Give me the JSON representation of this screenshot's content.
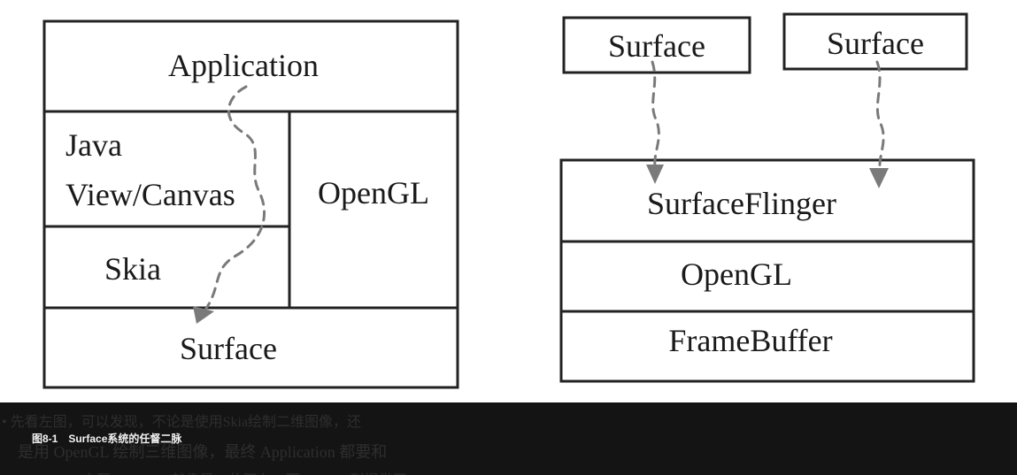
{
  "left_stack": {
    "application": "Application",
    "java": "Java",
    "view_canvas": "View/Canvas",
    "opengl": "OpenGL",
    "skia": "Skia",
    "surface": "Surface"
  },
  "right_stack": {
    "surface_a": "Surface",
    "surface_b": "Surface",
    "surfaceflinger": "SurfaceFlinger",
    "opengl": "OpenGL",
    "framebuffer": "FrameBuffer"
  },
  "caption": {
    "figure": "图8-1　Surface系统的任督二脉",
    "body_line_1": "• 先看左图，可以发现，不论是使用Skia绘制二维图像，还",
    "body_line_2": "是用 OpenGL 绘制三维图像，最终 Application 都要和",
    "body_line_3": "Surface 交互，Surface 就像是UI的画布，而 Surface 则提供画"
  },
  "colors": {
    "box_stroke": "#222222",
    "arrow": "#7a7a7a",
    "caption_bg": "#141414"
  }
}
